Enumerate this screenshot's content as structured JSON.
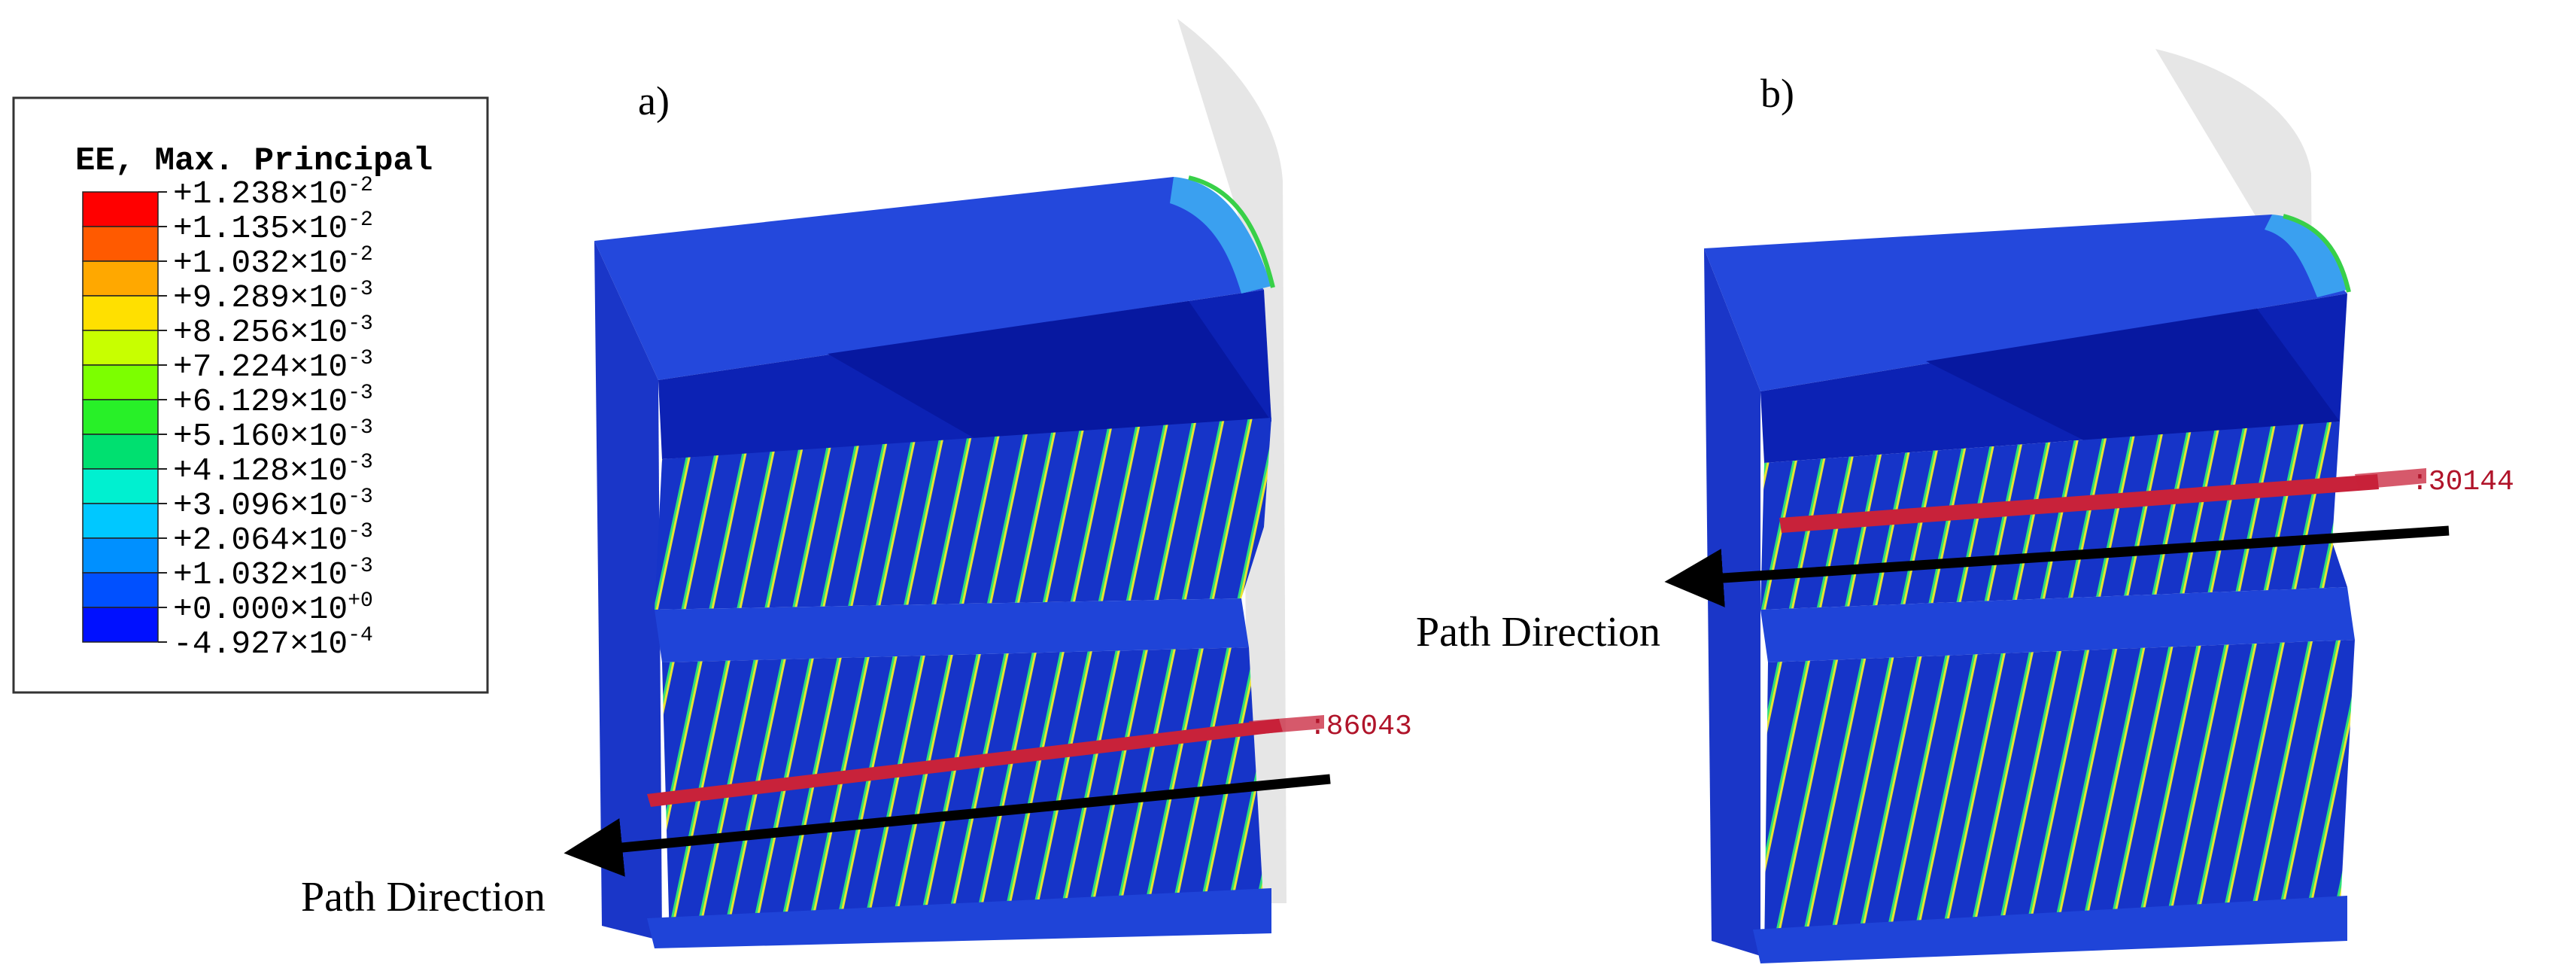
{
  "legend": {
    "title": "EE, Max. Principal",
    "levels": [
      {
        "mantissa": "+1.238",
        "exponent": "-2",
        "color": "#ff0000"
      },
      {
        "mantissa": "+1.135",
        "exponent": "-2",
        "color": "#ff5a00"
      },
      {
        "mantissa": "+1.032",
        "exponent": "-2",
        "color": "#ffa800"
      },
      {
        "mantissa": "+9.289",
        "exponent": "-3",
        "color": "#ffe000"
      },
      {
        "mantissa": "+8.256",
        "exponent": "-3",
        "color": "#c8ff00"
      },
      {
        "mantissa": "+7.224",
        "exponent": "-3",
        "color": "#7cff00"
      },
      {
        "mantissa": "+6.129",
        "exponent": "-3",
        "color": "#28f028"
      },
      {
        "mantissa": "+5.160",
        "exponent": "-3",
        "color": "#00e070"
      },
      {
        "mantissa": "+4.128",
        "exponent": "-3",
        "color": "#00f0d0"
      },
      {
        "mantissa": "+3.096",
        "exponent": "-3",
        "color": "#00c8ff"
      },
      {
        "mantissa": "+2.064",
        "exponent": "-3",
        "color": "#0090ff"
      },
      {
        "mantissa": "+1.032",
        "exponent": "-3",
        "color": "#0050ff"
      },
      {
        "mantissa": "+0.000",
        "exponent": "+0",
        "color": "#0010ff"
      },
      {
        "mantissa": "-4.927",
        "exponent": "-4",
        "color": "#0000d0"
      }
    ]
  },
  "panels": [
    {
      "label": "a)",
      "node_label": ":86043",
      "path_label": "Path Direction"
    },
    {
      "label": "b)",
      "node_label": ":30144",
      "path_label": "Path Direction"
    }
  ],
  "colors": {
    "body_blue": "#1f3fd6",
    "dark_blue": "#0a1fb8",
    "mid_blue": "#2f6be0",
    "light_blue": "#38a8f0",
    "path_red": "#c8223a",
    "arrow": "#000000",
    "ghost": "#e6e6e6"
  }
}
